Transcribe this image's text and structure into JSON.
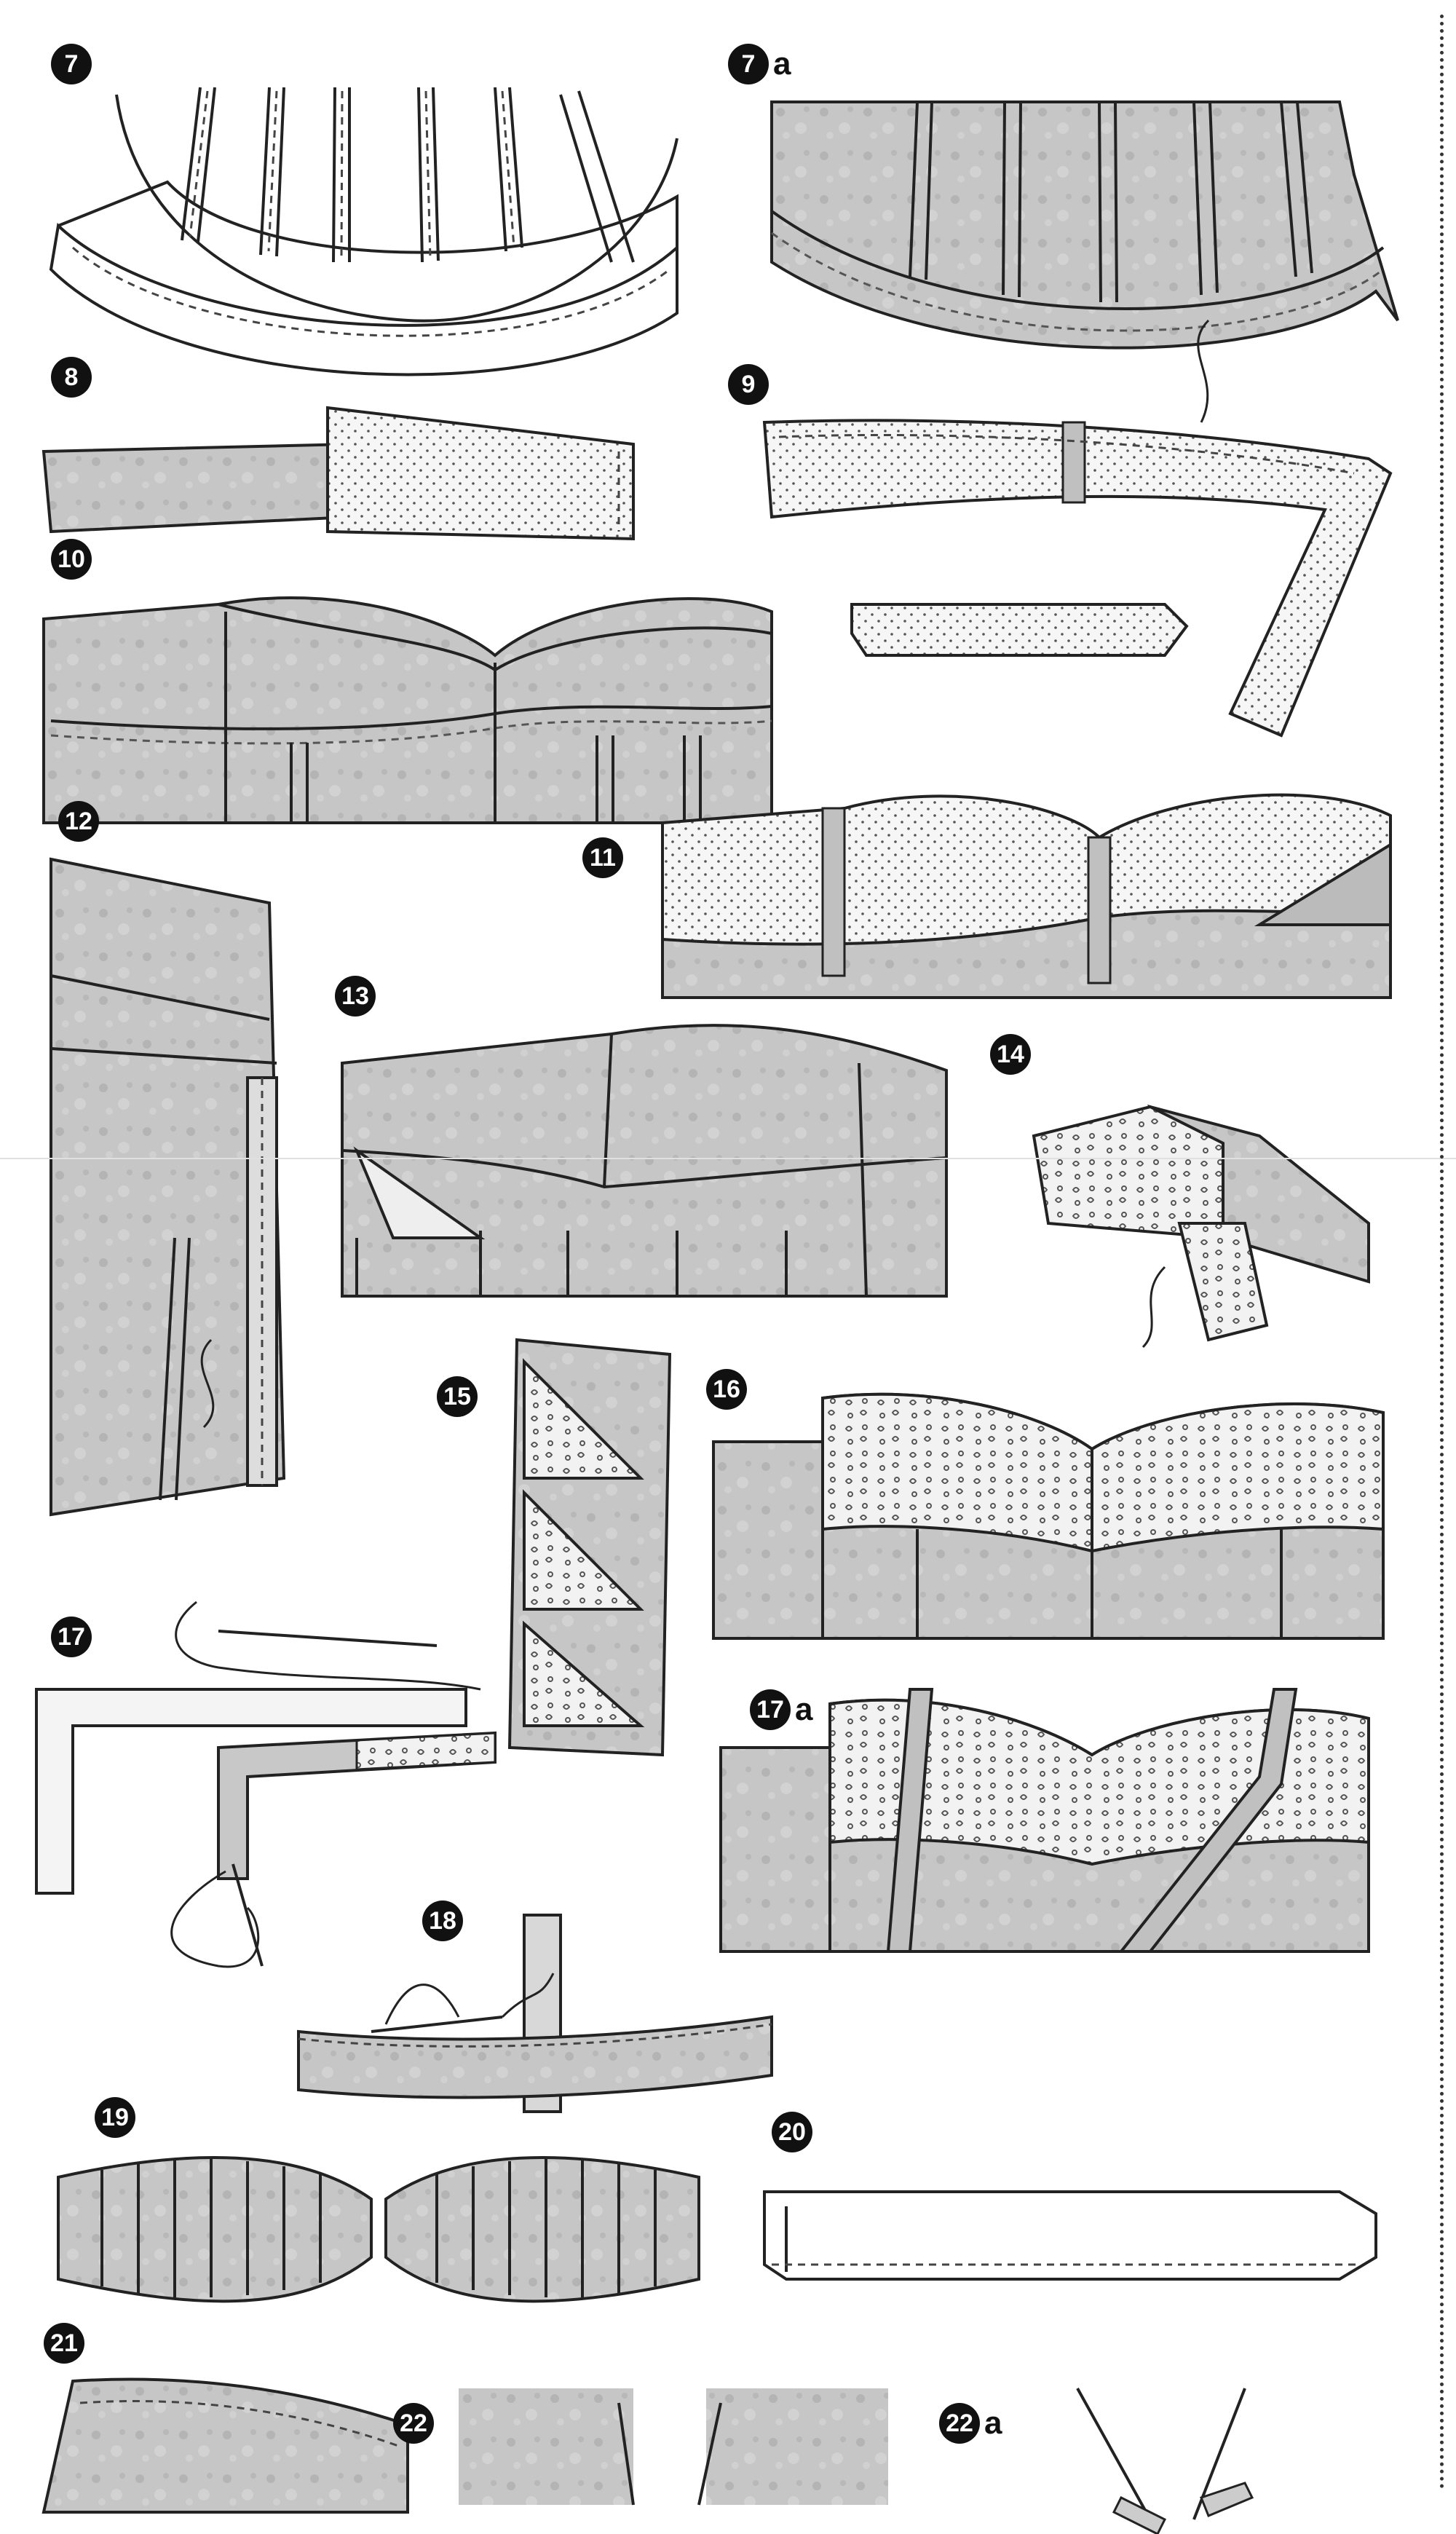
{
  "steps": [
    {
      "key": "s7",
      "number": "7",
      "suffix": ""
    },
    {
      "key": "s7a",
      "number": "7",
      "suffix": "a"
    },
    {
      "key": "s8",
      "number": "8",
      "suffix": ""
    },
    {
      "key": "s9",
      "number": "9",
      "suffix": ""
    },
    {
      "key": "s10",
      "number": "10",
      "suffix": ""
    },
    {
      "key": "s11",
      "number": "11",
      "suffix": ""
    },
    {
      "key": "s12",
      "number": "12",
      "suffix": ""
    },
    {
      "key": "s13",
      "number": "13",
      "suffix": ""
    },
    {
      "key": "s14",
      "number": "14",
      "suffix": ""
    },
    {
      "key": "s15",
      "number": "15",
      "suffix": ""
    },
    {
      "key": "s16",
      "number": "16",
      "suffix": ""
    },
    {
      "key": "s17",
      "number": "17",
      "suffix": ""
    },
    {
      "key": "s17a",
      "number": "17",
      "suffix": "a"
    },
    {
      "key": "s18",
      "number": "18",
      "suffix": ""
    },
    {
      "key": "s19",
      "number": "19",
      "suffix": ""
    },
    {
      "key": "s20",
      "number": "20",
      "suffix": ""
    },
    {
      "key": "s21",
      "number": "21",
      "suffix": ""
    },
    {
      "key": "s22",
      "number": "22",
      "suffix": ""
    },
    {
      "key": "s22a",
      "number": "22",
      "suffix": "a"
    }
  ],
  "colors": {
    "fabric_shaded": "#c9c9c9",
    "fabric_dark": "#a8a8a8",
    "fabric_light": "#f4f4f4",
    "outline": "#222222",
    "badge": "#111111"
  }
}
